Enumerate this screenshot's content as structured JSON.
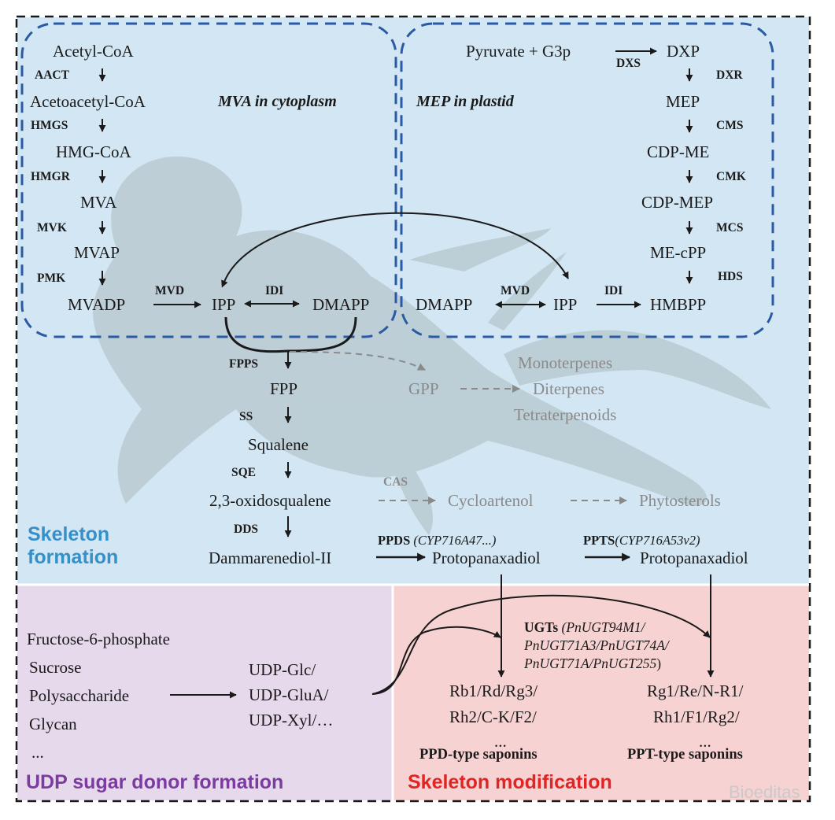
{
  "colors": {
    "blue_bg": "#d3e6f4",
    "purple_bg": "#e6d9ec",
    "pink_bg": "#f7d2d3",
    "blue_dash": "#2a5aa3",
    "skeleton_formation": "#3590c9",
    "udp_formation": "#7b3ba0",
    "skeleton_modification": "#e02525"
  },
  "mva": {
    "title": "MVA in cytoplasm",
    "acetyl_coa": "Acetyl-CoA",
    "aact": "AACT",
    "acetoacetyl_coa": "Acetoacetyl-CoA",
    "hmgs": "HMGS",
    "hmg_coa": "HMG-CoA",
    "hmgr": "HMGR",
    "mva": "MVA",
    "mvk": "MVK",
    "mvap": "MVAP",
    "pmk": "PMK",
    "mvadp": "MVADP",
    "mvd": "MVD",
    "ipp": "IPP",
    "idi": "IDI",
    "dmapp": "DMAPP"
  },
  "mep": {
    "title": "MEP in plastid",
    "pyruvate": "Pyruvate + G3p",
    "dxs": "DXS",
    "dxp": "DXP",
    "dxr": "DXR",
    "mep": "MEP",
    "cms": "CMS",
    "cdp_me": "CDP-ME",
    "cmk": "CMK",
    "cdp_mep": "CDP-MEP",
    "mcs": "MCS",
    "me_cpp": "ME-cPP",
    "hds": "HDS",
    "dmapp": "DMAPP",
    "mvd": "MVD",
    "ipp": "IPP",
    "idi": "IDI",
    "hmbpp": "HMBPP"
  },
  "skeleton": {
    "fpps": "FPPS",
    "fpp": "FPP",
    "gpp": "GPP",
    "monoterpenes": "Monoterpenes",
    "diterpenes": "Diterpenes",
    "tetraterpenoids": "Tetraterpenoids",
    "ss": "SS",
    "squalene": "Squalene",
    "sqe": "SQE",
    "oxidosqualene": "2,3-oxidosqualene",
    "cas": "CAS",
    "cycloartenol": "Cycloartenol",
    "phytosterols": "Phytosterols",
    "dds": "DDS",
    "dammarenediol": "Dammarenediol-II",
    "ppds": "PPDS",
    "ppds_gene": "(CYP716A47...)",
    "ppd": "Protopanaxadiol",
    "ppts": "PPTS",
    "ppts_gene": "(CYP716A53v2)",
    "ppt": "Protopanaxadiol"
  },
  "sections": {
    "skeleton_formation_1": "Skeleton",
    "skeleton_formation_2": "formation",
    "udp_formation": "UDP sugar donor formation",
    "skeleton_modification": "Skeleton modification"
  },
  "udp": {
    "sources": [
      "Fructose-6-phosphate",
      "Sucrose",
      "Polysaccharide",
      "Glycan",
      "..."
    ],
    "donors": [
      "UDP-Glc/",
      "UDP-GluA/",
      "UDP-Xyl/…"
    ]
  },
  "modification": {
    "ugts_label": "UGTs",
    "ugts_line1": "(PnUGT94M1/",
    "ugts_line2": "PnUGT71A3/PnUGT74A/",
    "ugts_line3": "PnUGT71A/PnUGT255",
    "ugts_close": ")",
    "ppd_products": [
      "Rb1/Rd/Rg3/",
      "Rh2/C-K/F2/",
      "..."
    ],
    "ppt_products": [
      "Rg1/Re/N-R1/",
      "Rh1/F1/Rg2/",
      "..."
    ],
    "ppd_type": "PPD-type saponins",
    "ppt_type": "PPT-type saponins"
  },
  "watermark": "Bioeditas"
}
